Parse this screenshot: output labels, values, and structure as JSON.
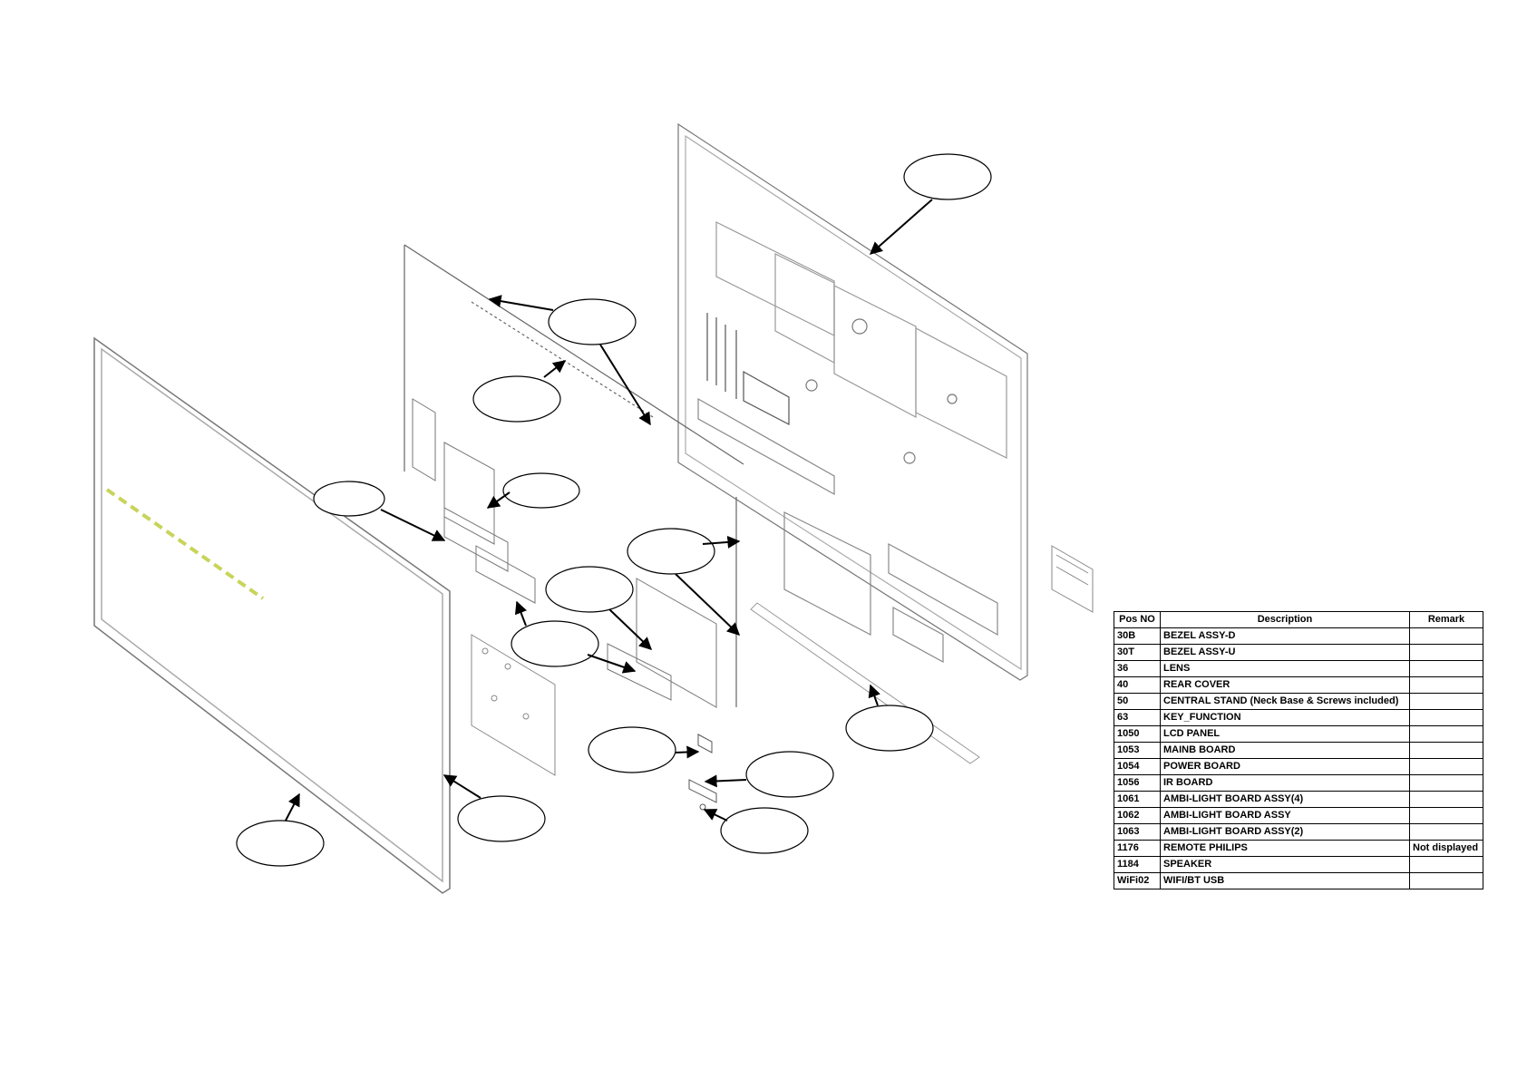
{
  "table": {
    "headers": {
      "pos": "Pos NO",
      "description": "Description",
      "remark": "Remark"
    },
    "rows": [
      {
        "pos": "30B",
        "description": "BEZEL ASSY-D",
        "remark": ""
      },
      {
        "pos": "30T",
        "description": "BEZEL ASSY-U",
        "remark": ""
      },
      {
        "pos": "36",
        "description": "LENS",
        "remark": ""
      },
      {
        "pos": "40",
        "description": "REAR COVER",
        "remark": ""
      },
      {
        "pos": "50",
        "description": "CENTRAL STAND (Neck Base & Screws included)",
        "remark": ""
      },
      {
        "pos": "63",
        "description": "KEY_FUNCTION",
        "remark": ""
      },
      {
        "pos": "1050",
        "description": "LCD PANEL",
        "remark": ""
      },
      {
        "pos": "1053",
        "description": "MAINB BOARD",
        "remark": ""
      },
      {
        "pos": "1054",
        "description": "POWER BOARD",
        "remark": ""
      },
      {
        "pos": "1056",
        "description": "IR BOARD",
        "remark": ""
      },
      {
        "pos": "1061",
        "description": "AMBI-LIGHT BOARD ASSY(4)",
        "remark": ""
      },
      {
        "pos": "1062",
        "description": "AMBI-LIGHT BOARD ASSY",
        "remark": ""
      },
      {
        "pos": "1063",
        "description": "AMBI-LIGHT BOARD ASSY(2)",
        "remark": ""
      },
      {
        "pos": "1176",
        "description": "REMOTE PHILIPS",
        "remark": "Not displayed"
      },
      {
        "pos": "1184",
        "description": "SPEAKER",
        "remark": ""
      },
      {
        "pos": "WiFi02",
        "description": "WIFI/BT USB",
        "remark": ""
      }
    ]
  },
  "colors": {
    "line": "#000000",
    "highlight": "#c8d45a",
    "background": "#ffffff"
  }
}
